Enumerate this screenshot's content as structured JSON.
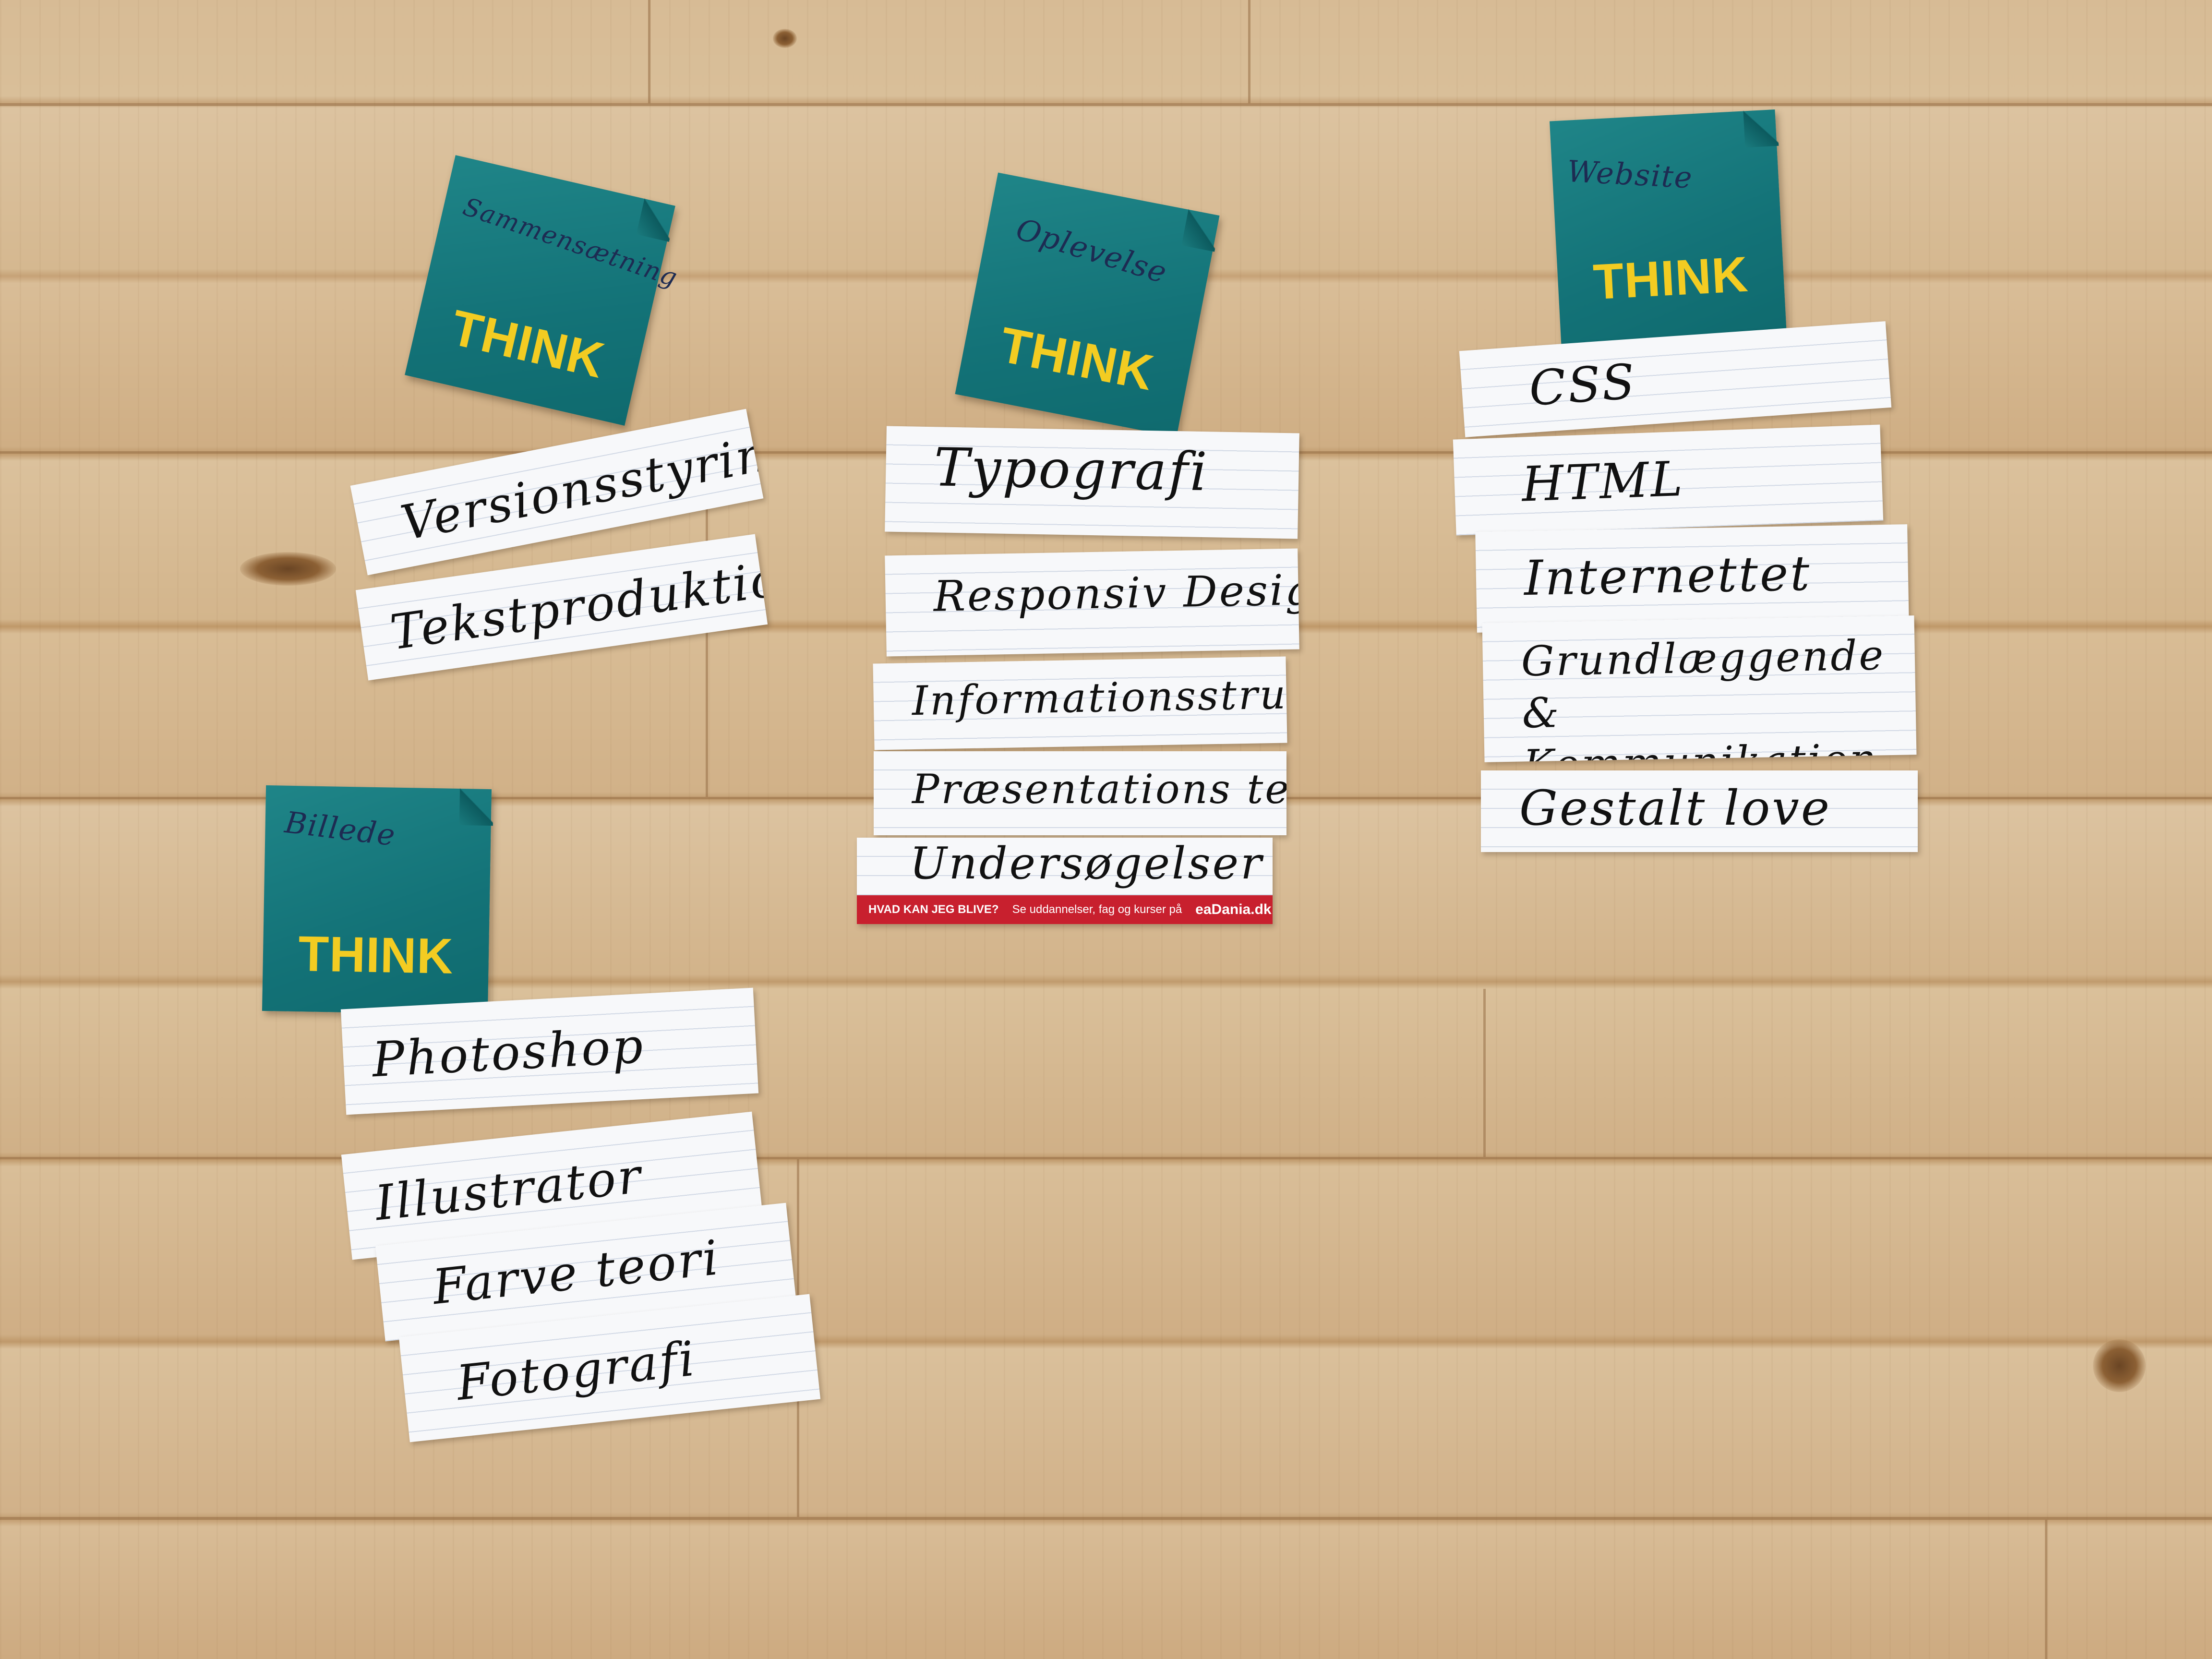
{
  "brand_word": "THINK",
  "groups": [
    {
      "sticky_label": "Sammensætning",
      "cards": [
        "Versionsstyring",
        "Tekstproduktion"
      ]
    },
    {
      "sticky_label": "Billede",
      "cards": [
        "Photoshop",
        "Illustrator",
        "Farve teori",
        "Fotografi"
      ]
    },
    {
      "sticky_label": "Oplevelse",
      "cards": [
        "Typografi",
        "Responsiv Design",
        "Informationsstruktu",
        "Præsentations teknik",
        "Undersøgelser"
      ]
    },
    {
      "sticky_label": "Website",
      "cards": [
        "CSS",
        "HTML",
        "Internettet",
        "Grundlæggende &\nKommunikation",
        "Gestalt love"
      ]
    }
  ],
  "ad_strip": {
    "question": "HVAD KAN JEG BLIVE?",
    "text": "Se uddannelser, fag og kurser på",
    "link": "eaDania.dk"
  },
  "colors": {
    "sticky_note": "#137277",
    "brand_text": "#f3cc22",
    "ad_strip": "#c8202e"
  }
}
